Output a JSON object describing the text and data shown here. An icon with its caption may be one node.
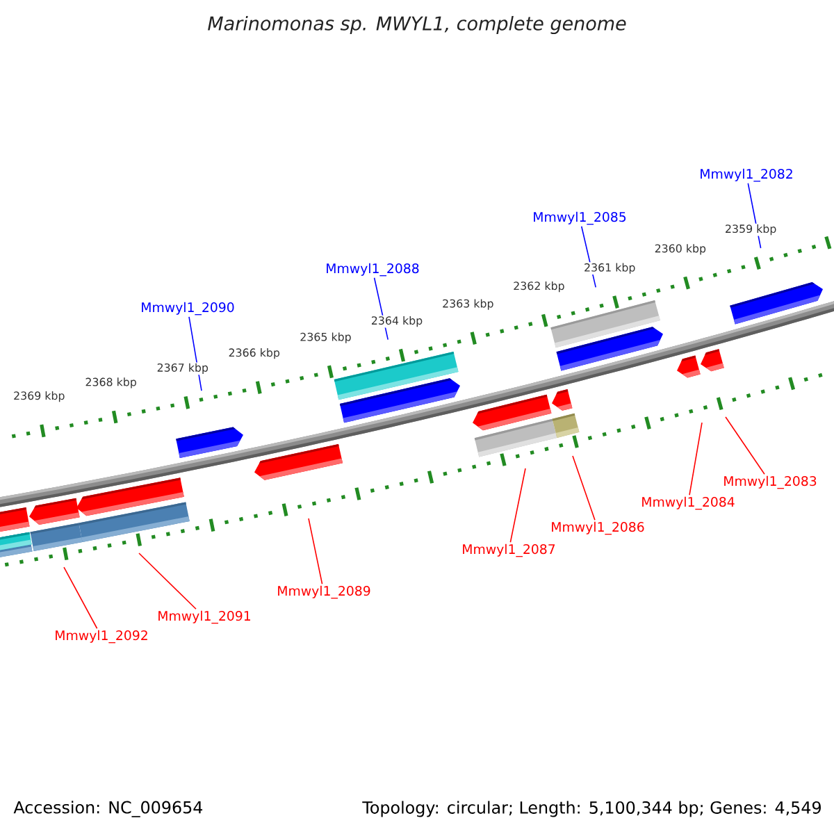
{
  "diagram": {
    "title": "Marinomonas sp. MWYL1, complete genome",
    "nodes": [
      {
        "text": [
          "Mmwyl1_2082"
        ]
      },
      {
        "text": [
          "Mmwyl1_2085"
        ]
      },
      {
        "text": [
          "Mmwyl1_2088"
        ]
      },
      {
        "text": [
          "Mmwyl1_2090"
        ]
      },
      {
        "text": [
          "Mmwyl1_2083"
        ]
      },
      {
        "text": [
          "Mmwyl1_2084"
        ]
      },
      {
        "text": [
          "Mmwyl1_2086"
        ]
      },
      {
        "text": [
          "Mmwyl1_2087"
        ]
      },
      {
        "text": [
          "Mmwyl1_2089"
        ]
      },
      {
        "text": [
          "Mmwyl1_2091"
        ]
      },
      {
        "text": [
          "Mmwyl1_2092"
        ]
      }
    ],
    "edges": [
      {
        "from": 0,
        "to": null,
        "arrow": "none",
        "color": "#0000ff"
      },
      {
        "from": 1,
        "to": null,
        "arrow": "none",
        "color": "#0000ff"
      },
      {
        "from": 2,
        "to": null,
        "arrow": "none",
        "color": "#0000ff"
      },
      {
        "from": 3,
        "to": null,
        "arrow": "none",
        "color": "#0000ff"
      },
      {
        "from": 4,
        "to": null,
        "arrow": "none"
      },
      {
        "from": 5,
        "to": null,
        "arrow": "none"
      },
      {
        "from": 6,
        "to": null,
        "arrow": "none"
      },
      {
        "from": 7,
        "to": null,
        "arrow": "none"
      },
      {
        "from": 8,
        "to": null,
        "arrow": "none"
      },
      {
        "from": 9,
        "to": null,
        "arrow": "none"
      },
      {
        "from": 10,
        "to": null,
        "arrow": "none"
      }
    ],
    "labels": [
      "2369 kbp",
      "2368 kbp",
      "2367 kbp",
      "2366 kbp",
      "2365 kbp",
      "2364 kbp",
      "2363 kbp",
      "2362 kbp",
      "2361 kbp",
      "2360 kbp",
      "2359 kbp",
      "Accession: NC_009654",
      "Topology: circular; Length: 5,100,344 bp; Genes: 4,549"
    ]
  }
}
